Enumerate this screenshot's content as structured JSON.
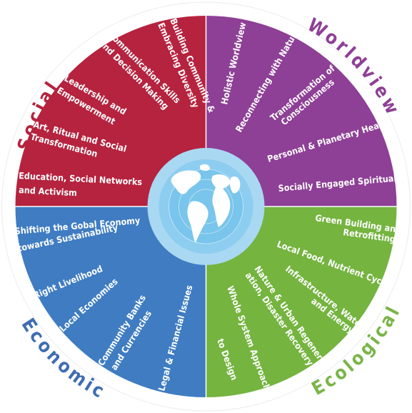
{
  "quadrants": {
    "social": {
      "title": "Social",
      "color": "#b5233e",
      "title_color": "#b5233e",
      "items": [
        "Building Community &",
        "Embracing Diversity",
        "Communication Skills",
        "and Decision Making",
        "Leadership and",
        "Empowerment",
        "Art, Ritual and Social",
        "Transformation",
        "Education, Social Networks",
        "and Activism"
      ]
    },
    "worldview": {
      "title": "Worldview",
      "color": "#8e3f96",
      "title_color": "#8e3f96",
      "items": [
        "Holistic Worldview",
        "Reconnecting with Nature",
        "Transformation of",
        "Consciousness",
        "Personal & Planetary Health",
        "Socially Engaged Spirituality"
      ]
    },
    "economic": {
      "title": "Economic",
      "color": "#3f7cc2",
      "title_color": "#3f6db3",
      "items": [
        "Shifting the Gobal Economy",
        "towards Sustainability",
        "Right Livelihood",
        "Local Economies",
        "Community Banks",
        "and Currencies",
        "Legal & Financial Issues"
      ]
    },
    "ecological": {
      "title": "Ecological",
      "color": "#74b43f",
      "title_color": "#7ab548",
      "items": [
        "Green Building and",
        "Retrofitting",
        "Local Food, Nutrient Cycles",
        "Infrastructure, Water",
        "and Energy",
        "Nature & Urban Regener-",
        "ation, Disaster Recovery",
        "Whole System Approach",
        "to Design"
      ]
    }
  },
  "center": {
    "icon": "globe-icon",
    "colors": {
      "outer": "#a9d8f2",
      "inner": "#79c5ec",
      "land": "#ffffff"
    }
  }
}
